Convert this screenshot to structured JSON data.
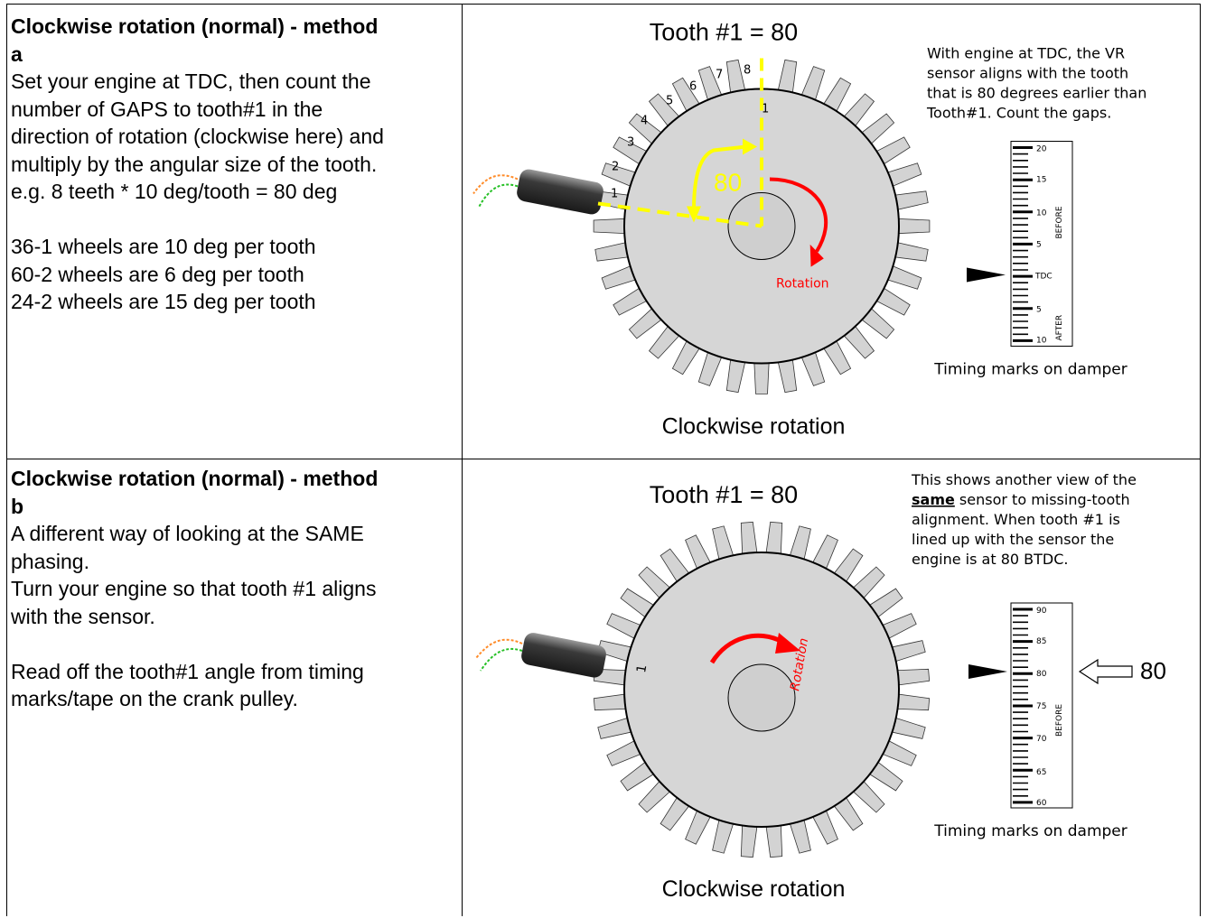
{
  "panel_a": {
    "title_lines": [
      "Clockwise rotation (normal) - method",
      "a"
    ],
    "body_lines": [
      "Set your engine at TDC, then count the",
      "number of GAPS to tooth#1 in the",
      "direction of rotation (clockwise here) and",
      "multiply by the angular size of the tooth.",
      "e.g. 8 teeth * 10 deg/tooth = 80 deg"
    ],
    "wheel_lines": [
      "36-1 wheels are 10 deg per tooth",
      "60-2 wheels are 6 deg per tooth",
      "24-2 wheels are 15 deg per tooth"
    ],
    "diagram": {
      "heading": "Tooth #1 = 80",
      "note_lines": [
        "With engine at TDC, the VR",
        "sensor aligns with the tooth",
        "that is 80 degrees earlier than",
        "Tooth#1. Count the gaps."
      ],
      "tooth_numbers": [
        "1",
        "2",
        "3",
        "4",
        "5",
        "6",
        "7",
        "8",
        "1"
      ],
      "angle_label": "80",
      "rotation_label": "Rotation",
      "scale_labels": [
        "20",
        "15",
        "10",
        "5",
        "TDC",
        "5",
        "10"
      ],
      "scale_side_labels": [
        "BEFORE",
        "AFTER"
      ],
      "caption": "Timing marks on damper",
      "footer": "Clockwise rotation"
    }
  },
  "panel_b": {
    "title_lines": [
      "Clockwise rotation (normal) - method",
      "b"
    ],
    "body_lines": [
      "A different way of looking at the SAME",
      "phasing.",
      "Turn your engine so that tooth #1 aligns",
      "with the sensor.",
      "",
      "Read off the tooth#1 angle from timing",
      "marks/tape on the crank pulley."
    ],
    "diagram": {
      "heading": "Tooth #1 = 80",
      "note_line1": "This shows another view of the",
      "note_bold": "same",
      "note_line2_rest": " sensor to missing-tooth",
      "note_rest_lines": [
        "alignment. When tooth #1 is",
        "lined up with the sensor the",
        "engine is at 80 BTDC."
      ],
      "tooth_number": "1",
      "rotation_label": "Rotation",
      "scale_labels": [
        "90",
        "85",
        "80",
        "75",
        "70",
        "65",
        "60"
      ],
      "scale_side_label": "BEFORE",
      "pointer_value": "80",
      "caption": "Timing marks on damper",
      "footer": "Clockwise rotation"
    }
  },
  "colors": {
    "wheel": "#d6d6d6",
    "tooth": "#d3d3d3",
    "yellow": "#ffff00",
    "red": "#ff0000"
  }
}
